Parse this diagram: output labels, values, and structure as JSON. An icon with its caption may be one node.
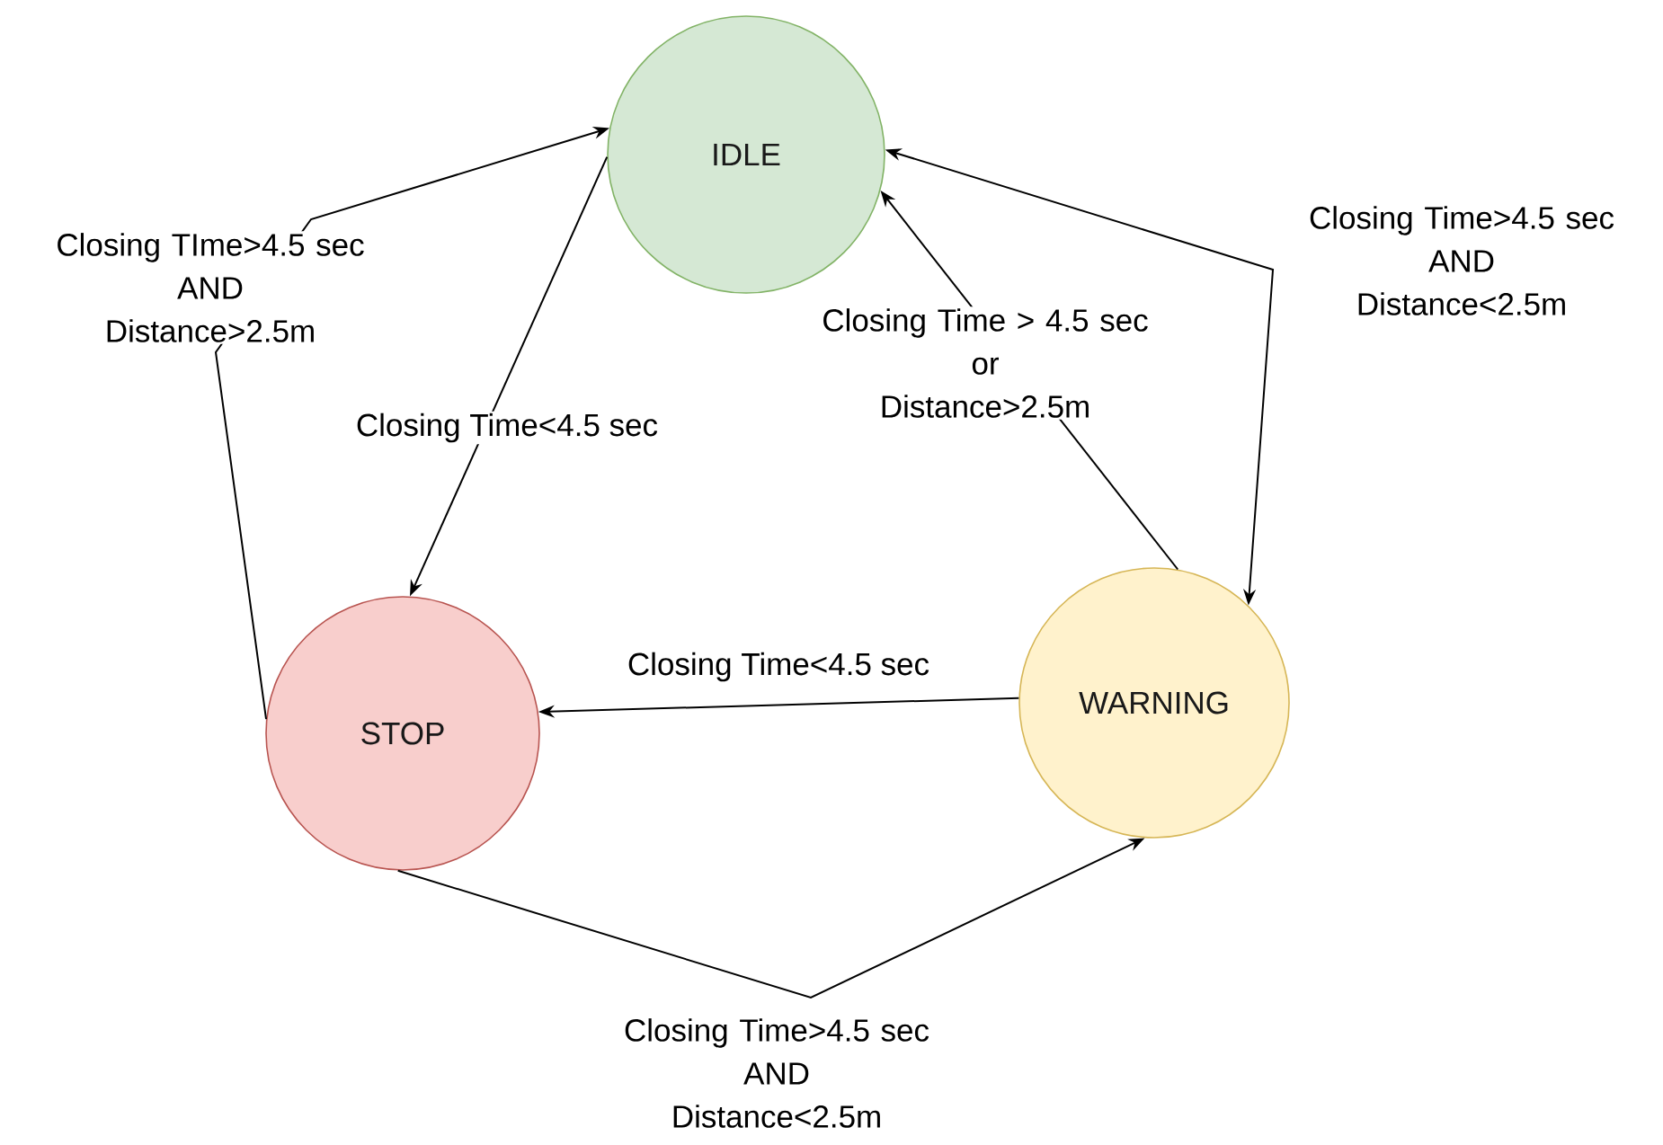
{
  "diagram": {
    "nodes": [
      {
        "text": [
          "IDLE"
        ]
      },
      {
        "text": [
          "STOP"
        ]
      },
      {
        "text": [
          "WARNING"
        ]
      }
    ],
    "edges": [
      {
        "from": 1,
        "to": 0,
        "arrow": "to",
        "label": "Closing TIme>4.5 sec AND Distance>2.5m"
      },
      {
        "from": 0,
        "to": 1,
        "arrow": "to",
        "label": "Closing Time<4.5 sec"
      },
      {
        "from": 2,
        "to": 0,
        "arrow": "to",
        "label": "Closing Time > 4.5 sec or Distance>2.5m"
      },
      {
        "from": 0,
        "to": 2,
        "arrow": "both",
        "label": "Closing Time>4.5 sec AND Distance<2.5m"
      },
      {
        "from": 2,
        "to": 1,
        "arrow": "to",
        "label": "Closing Time<4.5 sec"
      },
      {
        "from": 1,
        "to": 2,
        "arrow": "to",
        "label": "Closing Time>4.5 sec AND Distance<2.5m"
      }
    ]
  }
}
